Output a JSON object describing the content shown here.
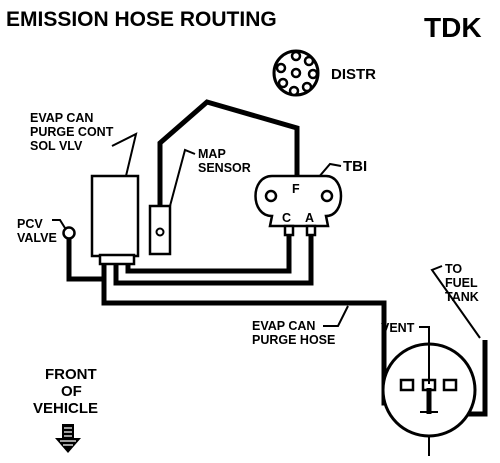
{
  "title": "EMISSION HOSE ROUTING",
  "code": "TDK",
  "labels": {
    "distr": "DISTR",
    "evap_sol_1": "EVAP CAN",
    "evap_sol_2": "PURGE CONT",
    "evap_sol_3": "SOL VLV",
    "map_1": "MAP",
    "map_2": "SENSOR",
    "tbi": "TBI",
    "port_f": "F",
    "port_c": "C",
    "port_a": "A",
    "pcv_1": "PCV",
    "pcv_2": "VALVE",
    "fuel_1": "TO",
    "fuel_2": "FUEL",
    "fuel_3": "TANK",
    "vent": "VENT",
    "hose_1": "EVAP CAN",
    "hose_2": "PURGE HOSE",
    "front_1": "FRONT",
    "front_2": "OF",
    "front_3": "VEHICLE"
  },
  "colors": {
    "ink": "#000000",
    "paper": "#ffffff"
  },
  "icons": [
    "distributor-cap-icon",
    "front-arrow-icon"
  ]
}
